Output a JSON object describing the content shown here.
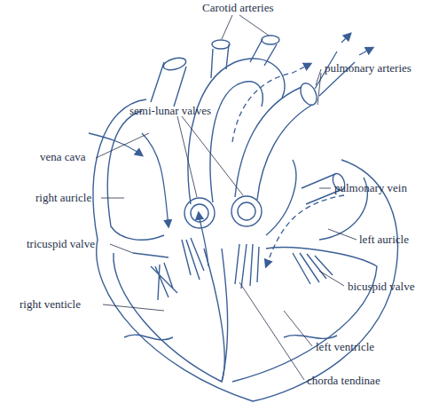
{
  "diagram": {
    "labels": [
      "Carotid arteries",
      "pulmonary arteries",
      "semi-lunar valves",
      "vena cava",
      "pulmonary vein",
      "right auricle",
      "left auricle",
      "tricuspid valve",
      "bicuspid valve",
      "right venticle",
      "left ventricle",
      "chorda tendinae"
    ]
  }
}
